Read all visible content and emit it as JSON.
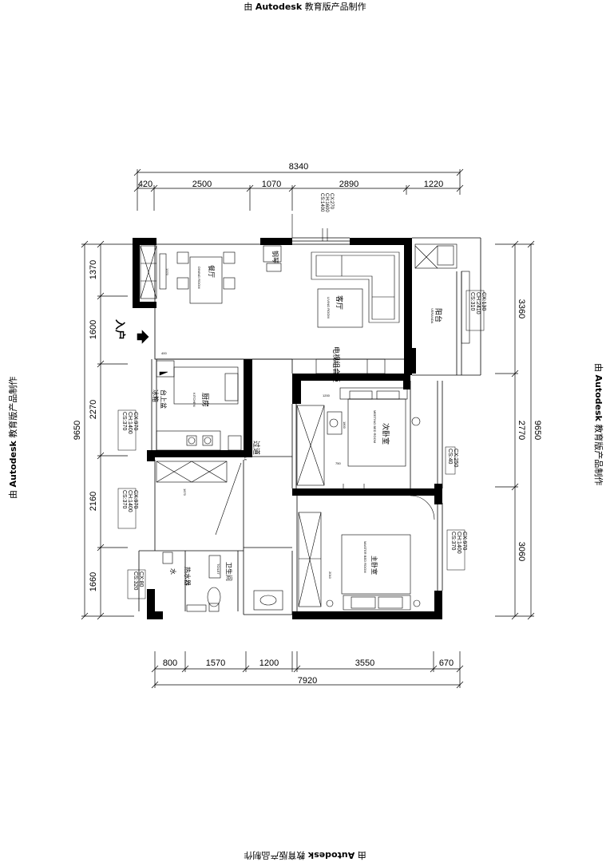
{
  "watermark": {
    "prefix": "由",
    "brand": "Autodesk",
    "suffix": "教育版产品制作"
  },
  "dimensions": {
    "top_total": "8340",
    "top_segments": [
      "420",
      "2500",
      "1070",
      "2890",
      "1220"
    ],
    "bottom_total": "7920",
    "bottom_segments": [
      "800",
      "1570",
      "1200",
      "3550",
      "670"
    ],
    "left_total": "9650",
    "left_segments": [
      "1370",
      "1600",
      "2270",
      "2160",
      "1660"
    ],
    "right_total": "9650",
    "right_segments": [
      "3360",
      "2770",
      "3060"
    ]
  },
  "rooms": {
    "dining": {
      "cn": "餐厅",
      "en": "DINING ROOM"
    },
    "living": {
      "cn": "客厅",
      "en": "LIVING ROOM"
    },
    "kitchen": {
      "cn": "厨房",
      "en": "KITCHEN"
    },
    "balcony": {
      "cn": "阳台",
      "en": "VERANDA"
    },
    "aisle": {
      "cn": "过道",
      "en": "AISLE"
    },
    "second_bedroom": {
      "cn": "次卧室",
      "en": "MEETING BED ROOM"
    },
    "master_bedroom": {
      "cn": "主卧室",
      "en": "MASTER BED ROOM"
    },
    "toilet": {
      "cn": "卫生间",
      "en": "TOILET"
    }
  },
  "labels": {
    "entrance": "入户",
    "piano": "钢琴",
    "tv_cabinet": "电视组合柜",
    "ref_counter": "冰箱",
    "counter_top": "台上盆",
    "water_heater": "热水器",
    "water": "水"
  },
  "specs": {
    "balcony": [
      "CS:310",
      "CH:2410",
      "CX:130"
    ],
    "kitchen": [
      "CS:370",
      "CH:1400",
      "CX:970"
    ],
    "corridor_left": [
      "CS:370",
      "CH:1400",
      "CX:970"
    ],
    "toilet": [
      "CS:320",
      "CX:80"
    ],
    "second_bedroom": [
      "CS:40",
      "CX:250"
    ],
    "master_bedroom": [
      "CS:370",
      "CH:1400",
      "CX:970"
    ],
    "living_top": [
      "CS:1400",
      "CH:1600",
      "CX:270"
    ]
  },
  "inner_dims": {
    "bed2_w": "1200",
    "bed2_h": "1800",
    "bed2_x": "750",
    "kitchen_small": "400",
    "dining_w": "1370",
    "corridor_w": "1670",
    "master_bed": "2010"
  }
}
